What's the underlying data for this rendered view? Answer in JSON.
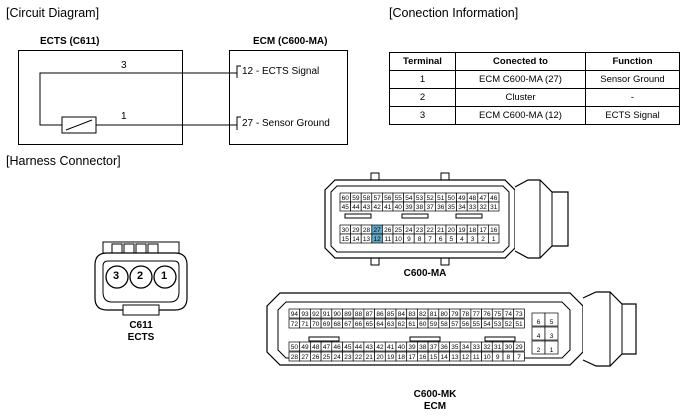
{
  "titles": {
    "circuit": "[Circuit Diagram]",
    "connection": "[Conection Information]",
    "harness": "[Harness Connector]"
  },
  "circuit": {
    "ects_title": "ECTS (C611)",
    "ecm_title": "ECM (C600-MA)",
    "pin3": "3",
    "pin1": "1",
    "signal_label": "12 - ECTS Signal",
    "ground_label": "27 - Sensor Ground"
  },
  "table": {
    "headers": [
      "Terminal",
      "Conected to",
      "Function"
    ],
    "rows": [
      [
        "1",
        "ECM C600-MA (27)",
        "Sensor Ground"
      ],
      [
        "2",
        "Cluster",
        "-"
      ],
      [
        "3",
        "ECM C600-MA (12)",
        "ECTS Signal"
      ]
    ]
  },
  "connectors": {
    "c611_pins": [
      "3",
      "2",
      "1"
    ],
    "c611_label_1": "C611",
    "c611_label_2": "ECTS",
    "ma_label": "C600-MA",
    "mk_label_1": "C600-MK",
    "mk_label_2": "ECM",
    "ma_rows": [
      [
        "60",
        "59",
        "58",
        "57",
        "56",
        "55",
        "54",
        "53",
        "52",
        "51",
        "50",
        "49",
        "48",
        "47",
        "46"
      ],
      [
        "45",
        "44",
        "43",
        "42",
        "41",
        "40",
        "39",
        "38",
        "37",
        "36",
        "35",
        "34",
        "33",
        "32",
        "31"
      ],
      [
        "30",
        "29",
        "28",
        "27",
        "26",
        "25",
        "24",
        "23",
        "22",
        "21",
        "20",
        "19",
        "18",
        "17",
        "16"
      ],
      [
        "15",
        "14",
        "13",
        "12",
        "11",
        "10",
        "9",
        "8",
        "7",
        "6",
        "5",
        "4",
        "3",
        "2",
        "1"
      ]
    ],
    "ma_highlight": [
      "27",
      "12"
    ],
    "mk_rows": [
      [
        "94",
        "93",
        "92",
        "91",
        "90",
        "89",
        "88",
        "87",
        "86",
        "85",
        "84",
        "83",
        "82",
        "81",
        "80",
        "79",
        "78",
        "77",
        "76",
        "75",
        "74",
        "73"
      ],
      [
        "72",
        "71",
        "70",
        "69",
        "68",
        "67",
        "66",
        "65",
        "64",
        "63",
        "62",
        "61",
        "60",
        "59",
        "58",
        "57",
        "56",
        "55",
        "54",
        "53",
        "52",
        "51"
      ],
      [
        "50",
        "49",
        "48",
        "47",
        "46",
        "45",
        "44",
        "43",
        "42",
        "41",
        "40",
        "39",
        "38",
        "37",
        "36",
        "35",
        "34",
        "33",
        "32",
        "31",
        "30",
        "29"
      ],
      [
        "28",
        "27",
        "26",
        "25",
        "24",
        "23",
        "22",
        "21",
        "20",
        "19",
        "18",
        "17",
        "16",
        "15",
        "14",
        "13",
        "12",
        "11",
        "10",
        "9",
        "8",
        "7"
      ]
    ],
    "mk_side": [
      [
        "6",
        "5"
      ],
      [
        "4",
        "3"
      ],
      [
        "2",
        "1"
      ]
    ],
    "highlight_color": "#5fa8c8"
  }
}
